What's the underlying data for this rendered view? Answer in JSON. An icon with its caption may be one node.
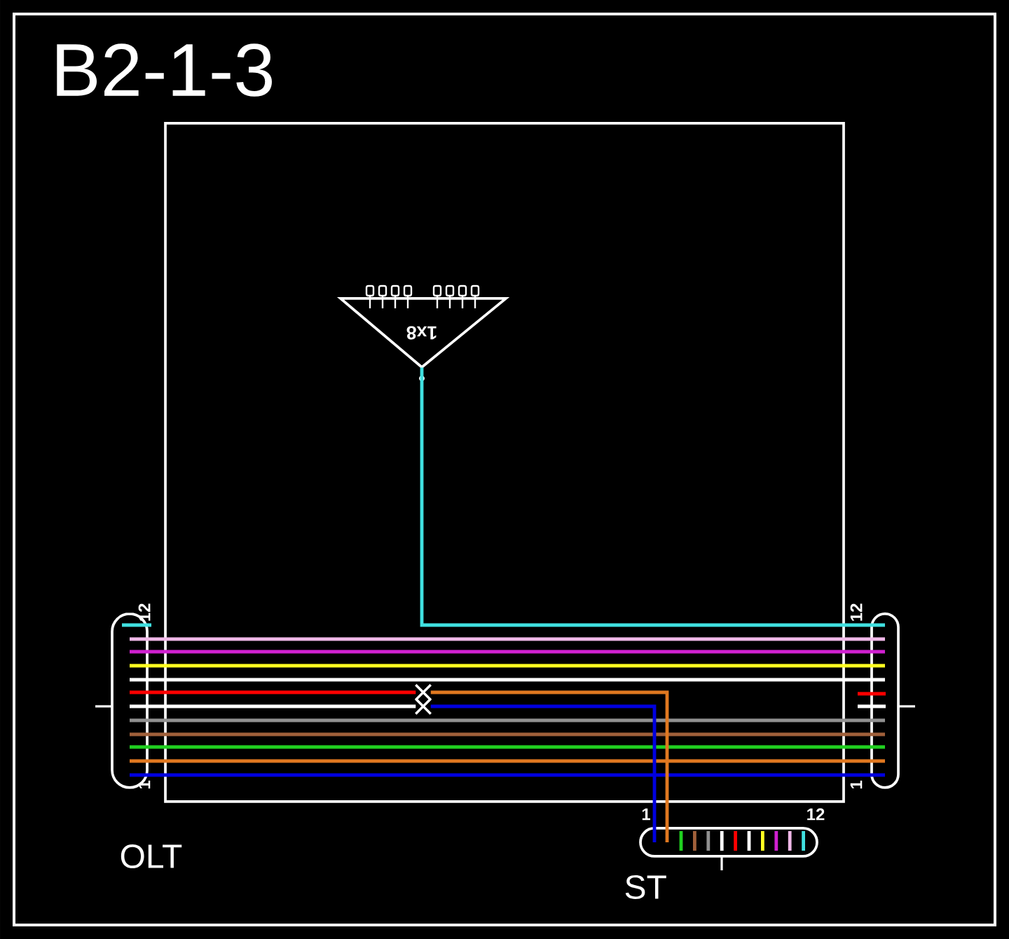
{
  "diagram": {
    "title": "B2-1-3",
    "nodes": [
      {
        "text": [],
        "shape": "box"
      },
      {
        "text": [],
        "shape": "box",
        "beside": [
          "12",
          "1",
          "OLT"
        ]
      },
      {
        "text": [],
        "shape": "box",
        "beside": [
          "12",
          "1"
        ]
      },
      {
        "text": [
          "1x8"
        ],
        "in": 0
      },
      {
        "text": [],
        "shape": "cross",
        "in": 0
      },
      {
        "text": [],
        "shape": "cross",
        "in": 0
      },
      {
        "text": [],
        "shape": "box",
        "beside": [
          "1",
          "12",
          "ST"
        ]
      }
    ],
    "edges": [
      {
        "from": 1,
        "to": 2,
        "arrow": "none",
        "color": "#f0b8e8"
      },
      {
        "from": 1,
        "to": 2,
        "arrow": "none",
        "color": "#d020d0"
      },
      {
        "from": 1,
        "to": 2,
        "arrow": "none",
        "color": "#ffff20"
      },
      {
        "from": 1,
        "to": 2,
        "arrow": "none",
        "color": "#ffffff"
      },
      {
        "from": 1,
        "to": 2,
        "arrow": "none",
        "color": "#909090"
      },
      {
        "from": 1,
        "to": 2,
        "arrow": "none",
        "color": "#a0603a"
      },
      {
        "from": 1,
        "to": 2,
        "arrow": "none",
        "color": "#20d020"
      },
      {
        "from": 1,
        "to": 2,
        "arrow": "none",
        "color": "#e07820"
      },
      {
        "from": 1,
        "to": 2,
        "arrow": "none",
        "color": "#0000e0"
      },
      {
        "from": 1,
        "to": 4,
        "arrow": "none",
        "color": "#ff0000"
      },
      {
        "from": 4,
        "to": 6,
        "arrow": "none",
        "color": "#e07820"
      },
      {
        "from": 1,
        "to": 5,
        "arrow": "none",
        "color": "#ffffff"
      },
      {
        "from": 5,
        "to": 6,
        "arrow": "none",
        "color": "#0000e0"
      },
      {
        "from": 3,
        "to": 2,
        "arrow": "none",
        "color": "#40e0e0"
      }
    ]
  }
}
